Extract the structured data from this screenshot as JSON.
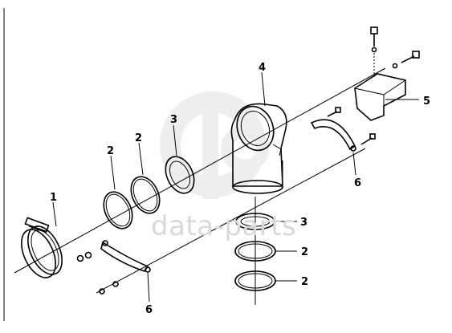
{
  "watermark": {
    "text": "data-parts",
    "logo_icon": "dp-logo-icon"
  },
  "callouts": {
    "clamp": "1",
    "o_ring_left_a": "2",
    "o_ring_left_b": "2",
    "gasket_left": "3",
    "elbow": "4",
    "bracket": "5",
    "strap_upper": "6",
    "gasket_lower": "3",
    "o_ring_lower_a": "2",
    "o_ring_lower_b": "2",
    "strap_lower": "6"
  }
}
